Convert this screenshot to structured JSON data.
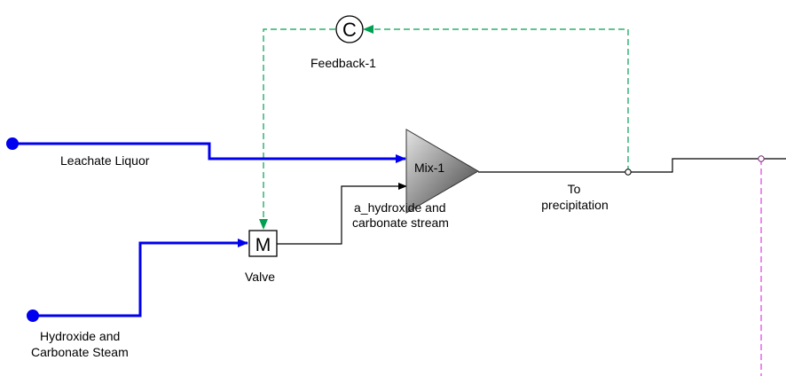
{
  "diagram": {
    "feedback": {
      "symbol": "C",
      "label": "Feedback-1"
    },
    "mixer": {
      "label": "Mix-1"
    },
    "valve": {
      "symbol": "M",
      "label": "Valve"
    },
    "streams": {
      "leachate": "Leachate Liquor",
      "hydroxide_line1": "Hydroxide and",
      "hydroxide_line2": "Carbonate Steam",
      "valve_out_line1": "a_hydroxide and",
      "valve_out_line2": "carbonate stream",
      "product_line1": "To",
      "product_line2": "precipitation"
    },
    "colors": {
      "feed_stream": "#0000ee",
      "control_line": "#00a050",
      "process_line": "#000000",
      "marker_line": "#e040e0"
    }
  }
}
